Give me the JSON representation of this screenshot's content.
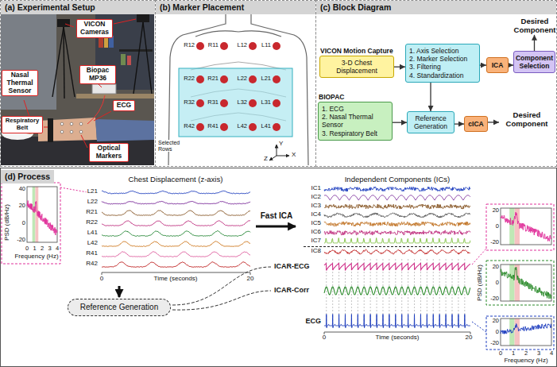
{
  "diagram": {
    "nodes": [
      {
        "text": [
          "(a) Experimental Setup"
        ]
      },
      {
        "text": [
          "VICON Cameras"
        ],
        "in": 0
      },
      {
        "text": [
          "Biopac MP36"
        ],
        "in": 0
      },
      {
        "text": [
          "Nasal Thermal Sensor"
        ],
        "in": 0
      },
      {
        "text": [
          "ECG"
        ],
        "in": 0
      },
      {
        "text": [
          "Respiratory Belt"
        ],
        "in": 0
      },
      {
        "text": [
          "Optical Markers"
        ],
        "in": 0
      },
      {
        "text": [
          "(b) Marker Placement"
        ]
      },
      {
        "text": [
          "(c) Block Diagram"
        ]
      },
      {
        "text": [
          "Desired Component"
        ],
        "in": 8
      },
      {
        "text": [
          "VICON Motion Capture",
          "3-D Chest Displacement"
        ],
        "in": 8
      },
      {
        "text": [
          "1. Axis Selection",
          "2. Marker Selection",
          "3. Filtering",
          "4. Standardization"
        ],
        "in": 8
      },
      {
        "text": [
          "ICA"
        ],
        "in": 8
      },
      {
        "text": [
          "Component Selection"
        ],
        "in": 8
      },
      {
        "text": [
          "BIOPAC",
          "1. ECG",
          "2. Nasal Thermal Sensor",
          "3. Respiratory Belt"
        ],
        "in": 8
      },
      {
        "text": [
          "Reference Generation"
        ],
        "in": 8
      },
      {
        "text": [
          "cICA"
        ],
        "in": 8
      },
      {
        "text": [
          "Desired Component"
        ],
        "in": 8
      },
      {
        "text": [
          "(d) Process"
        ]
      },
      {
        "text": [
          "Reference Generation"
        ],
        "in": 18
      }
    ],
    "edges": [
      {
        "from": 10,
        "to": 11,
        "arrow": "to"
      },
      {
        "from": 11,
        "to": 12,
        "arrow": "to"
      },
      {
        "from": 12,
        "to": 13,
        "arrow": "to"
      },
      {
        "from": 13,
        "to": 9,
        "arrow": "to"
      },
      {
        "from": 11,
        "to": 15,
        "arrow": "to"
      },
      {
        "from": 14,
        "to": 15,
        "arrow": "to"
      },
      {
        "from": 15,
        "to": 16,
        "arrow": "to"
      },
      {
        "from": 16,
        "to": 17,
        "arrow": "to"
      }
    ],
    "labels": [
      "R12",
      "R11",
      "L12",
      "L11",
      "R22",
      "R21",
      "L22",
      "L21",
      "R32",
      "R31",
      "L32",
      "L31",
      "R42",
      "R41",
      "L42",
      "L41",
      "Selected Rows",
      "Y",
      "X",
      "Z",
      "PSD (dB/Hz)",
      "40",
      "20",
      "0",
      "-20",
      "0",
      "1",
      "2",
      "3",
      "4",
      "Frequency (Hz)",
      "Chest Displacement (z-axis)",
      "L21",
      "L22",
      "R21",
      "R22",
      "L41",
      "L42",
      "R41",
      "R42",
      "0",
      "Time (seconds)",
      "20",
      "Fast ICA",
      "Independent Components (ICs)",
      "IC1",
      "IC2",
      "IC3",
      "IC4",
      "IC5",
      "IC6",
      "IC7",
      "IC8",
      "ICAR-ECG",
      "ICAR-Corr",
      "ECG",
      "0",
      "Time (seconds)",
      "20",
      "PSD (dB/Hz)",
      "20",
      "0",
      "-20",
      "20",
      "0",
      "-20",
      "20",
      "0",
      "-20",
      "0",
      "1",
      "2",
      "3",
      "4",
      "Frequency (Hz)"
    ]
  }
}
